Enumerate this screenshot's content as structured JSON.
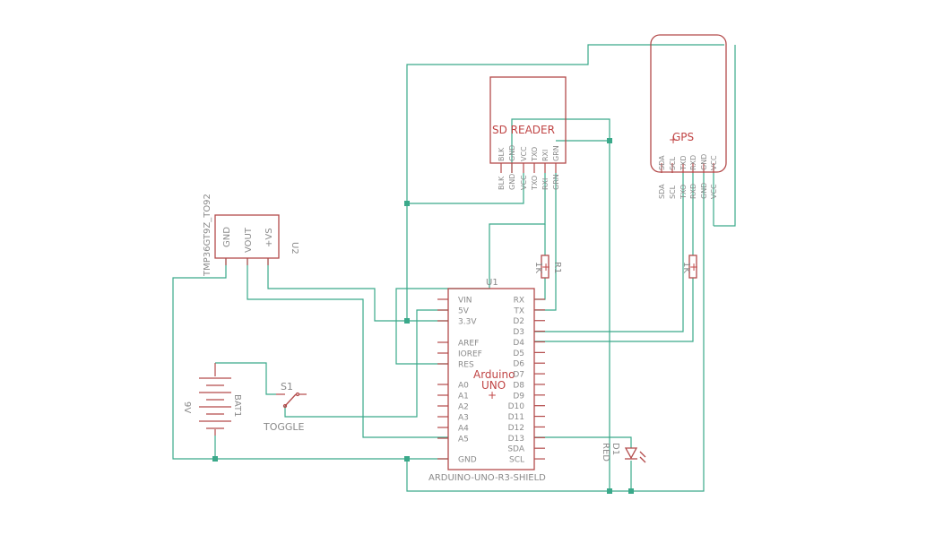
{
  "colors": {
    "wire": "#3aa98a",
    "part": "#b34a4a",
    "text_part": "#c04545",
    "text_label": "#8a8a8a"
  },
  "sd_reader": {
    "title": "SD READER",
    "pins_inner": [
      "BLK",
      "GND",
      "VCC",
      "TXO",
      "RXI",
      "GRN"
    ],
    "pins_outer": [
      "BLK",
      "GND",
      "VCC",
      "TXO",
      "RXI",
      "GRN"
    ]
  },
  "gps": {
    "title": "GPS",
    "pins_inner": [
      "SDA",
      "SCL",
      "TXD",
      "RXD",
      "GND",
      "VCC"
    ],
    "pins_outer": [
      "SDA",
      "SCL",
      "TXO",
      "RXD",
      "GND",
      "VCC"
    ]
  },
  "temp_sensor": {
    "part": "TMP36GT9Z_TO92",
    "ref": "U2",
    "pins": [
      "GND",
      "VOUT",
      "+VS"
    ]
  },
  "arduino": {
    "ref": "U1",
    "name_line1": "Arduino",
    "name_line2": "UNO",
    "part": "ARDUINO-UNO-R3-SHIELD",
    "left_pins": [
      "VIN",
      "5V",
      "3.3V",
      "AREF",
      "IOREF",
      "RES",
      "A0",
      "A1",
      "A2",
      "A3",
      "A4",
      "A5",
      "GND"
    ],
    "right_pins": [
      "RX",
      "TX",
      "D2",
      "D3",
      "D4",
      "D5",
      "D6",
      "D7",
      "D8",
      "D9",
      "D10",
      "D11",
      "D12",
      "D13",
      "SDA",
      "SCL"
    ]
  },
  "resistor_r1": {
    "ref": "R1",
    "value": "1K"
  },
  "resistor_r2": {
    "value": "1K"
  },
  "battery": {
    "ref": "BAT1",
    "value": "9V"
  },
  "switch": {
    "ref": "S1",
    "type": "TOGGLE"
  },
  "led": {
    "ref": "D1",
    "color": "RED"
  }
}
